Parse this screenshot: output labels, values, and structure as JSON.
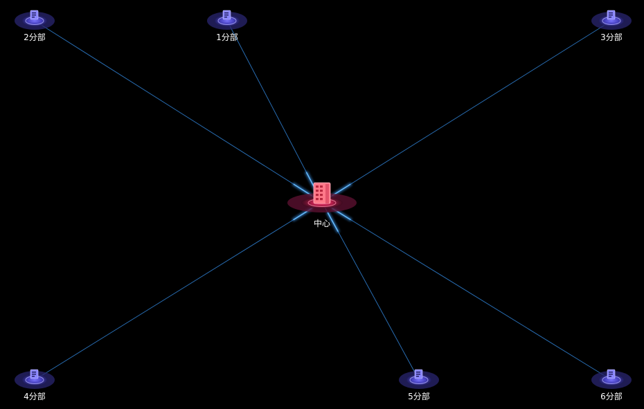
{
  "diagram": {
    "type": "hub-and-spoke",
    "background": "#000000",
    "colors": {
      "link": "#2f7fd0",
      "link_glow": "#3ea0ff",
      "branch_ring": "#6a63ff",
      "branch_ring_outer": "#2a2670",
      "branch_icon": "#8a86ff",
      "center_ring": "#e0306a",
      "center_ring_outer": "#5a1030",
      "center_icon": "#ff7a8a"
    },
    "center": {
      "id": "center",
      "label": "中心",
      "icon": "building-icon"
    },
    "branches": [
      {
        "id": "branch-1",
        "label": "1分部",
        "icon": "document-icon"
      },
      {
        "id": "branch-2",
        "label": "2分部",
        "icon": "document-icon"
      },
      {
        "id": "branch-3",
        "label": "3分部",
        "icon": "document-icon"
      },
      {
        "id": "branch-4",
        "label": "4分部",
        "icon": "document-icon"
      },
      {
        "id": "branch-5",
        "label": "5分部",
        "icon": "document-icon"
      },
      {
        "id": "branch-6",
        "label": "6分部",
        "icon": "document-icon"
      }
    ],
    "links": [
      {
        "from": "center",
        "to": "branch-1"
      },
      {
        "from": "center",
        "to": "branch-2"
      },
      {
        "from": "center",
        "to": "branch-3"
      },
      {
        "from": "center",
        "to": "branch-4"
      },
      {
        "from": "center",
        "to": "branch-5"
      },
      {
        "from": "center",
        "to": "branch-6"
      }
    ]
  }
}
